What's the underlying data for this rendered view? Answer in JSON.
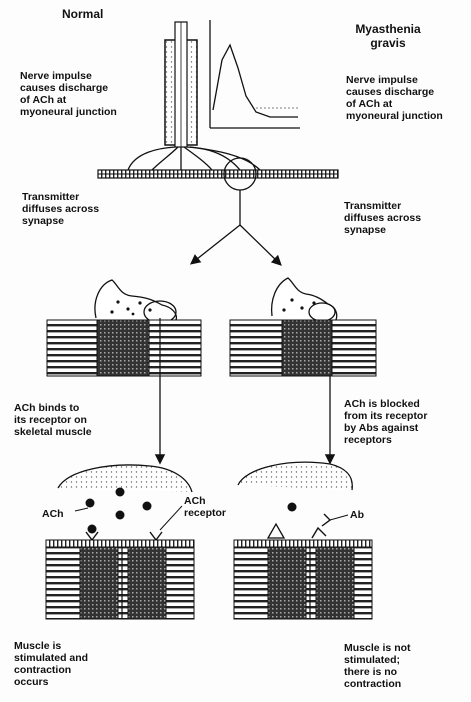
{
  "headers": {
    "normal": "Normal",
    "mg": "Myasthenia\ngravis"
  },
  "labels": {
    "nerve_left": "Nerve impulse\ncauses discharge\nof ACh at\nmyoneural junction",
    "nerve_right": "Nerve impulse\ncauses discharge\nof ACh at\nmyoneural junction",
    "transmitter_left": "Transmitter\ndiffuses across\nsynapse",
    "transmitter_right": "Transmitter\ndiffuses across\nsynapse",
    "binds": "ACh binds to\nits receptor on\nskeletal muscle",
    "blocked": "ACh is blocked\nfrom its receptor\nby Abs against\nreceptors",
    "ach": "ACh",
    "ach_receptor": "ACh\nreceptor",
    "ab": "Ab",
    "result_left": "Muscle is\nstimulated and\ncontraction\noccurs",
    "result_right": "Muscle is not\nstimulated;\nthere is no\ncontraction"
  }
}
